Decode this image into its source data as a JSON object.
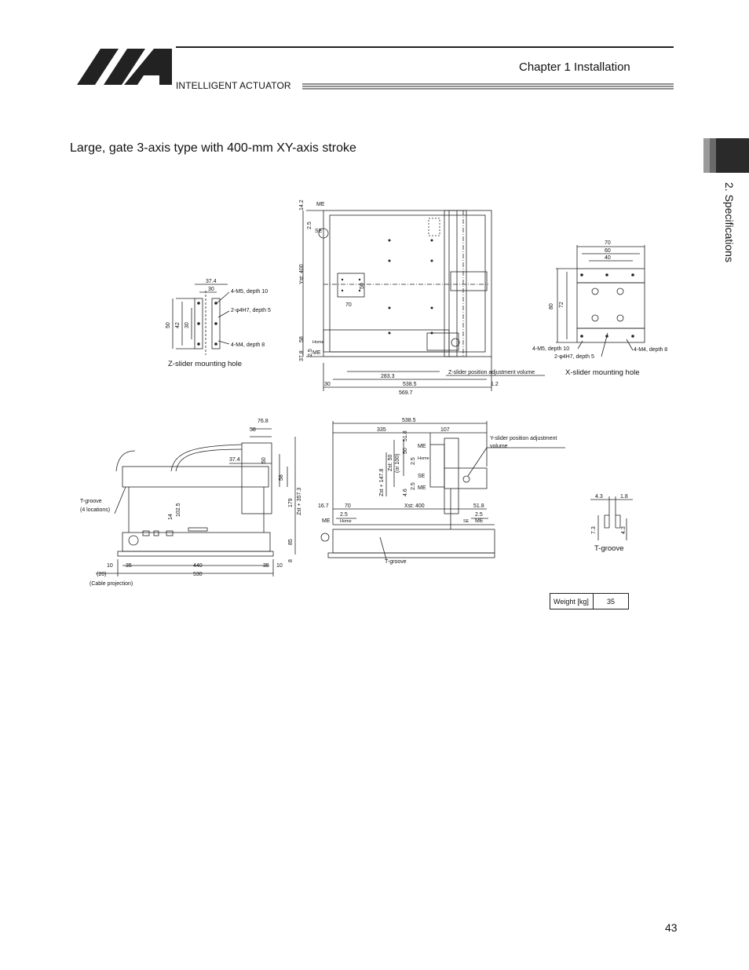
{
  "header": {
    "brand": "INTELLIGENT ACTUATOR",
    "chapter": "Chapter 1   Installation"
  },
  "side_tab": {
    "label": "2. Specifications"
  },
  "section": {
    "title": "Large, gate 3-axis type with 400-mm XY-axis stroke"
  },
  "z_slider": {
    "caption": "Z-slider mounting hole",
    "labels": [
      "37.4",
      "30",
      "4-M5, depth 10",
      "2-φ4H7, depth 5",
      "4-M4, depth 8",
      "50",
      "42",
      "30"
    ]
  },
  "top_view": {
    "labels": [
      "14.2",
      "ME",
      "2.5",
      "SE",
      "Yst: 400",
      "58",
      "37.8",
      "2.5",
      "Home",
      "ME",
      "70",
      "50",
      "283.3",
      "Z-slider position adjustment volume",
      "30",
      "538.5",
      "1.2",
      "569.7"
    ]
  },
  "x_slider": {
    "caption": "X-slider mounting hole",
    "labels": [
      "70",
      "60",
      "40",
      "80",
      "72",
      "4-M5, depth 10",
      "2-φ4H7, depth 5",
      "4-M4, depth 8"
    ]
  },
  "side_view": {
    "labels": [
      "76.8",
      "58",
      "37.4",
      "50",
      "58",
      "179",
      "Zst + 357.3",
      "T-groove",
      "(4 locations)",
      "14",
      "102.5",
      "85",
      "8",
      "10",
      "35",
      "440",
      "35",
      "10",
      "(20)",
      "530",
      "(Cable projection)"
    ]
  },
  "front_view": {
    "labels": [
      "538.5",
      "335",
      "107",
      "Y-slider position adjustment",
      "volume",
      "Zst + 147.8",
      "Zst: 50",
      "(or 100)",
      "50",
      "51.8",
      "ME",
      "2.5",
      "Home",
      "SE",
      "2.5",
      "4.6",
      "ME",
      "16.7",
      "70",
      "Xst: 400",
      "51.8",
      "2.5",
      "2.5",
      "ME",
      "Home",
      "SE",
      "ME",
      "T-groove"
    ]
  },
  "t_groove": {
    "caption": "T-groove",
    "labels": [
      "4.3",
      "1.8",
      "7.3",
      "4.3"
    ]
  },
  "weight": {
    "label": "Weight [kg]",
    "value": "35"
  },
  "page_number": "43"
}
